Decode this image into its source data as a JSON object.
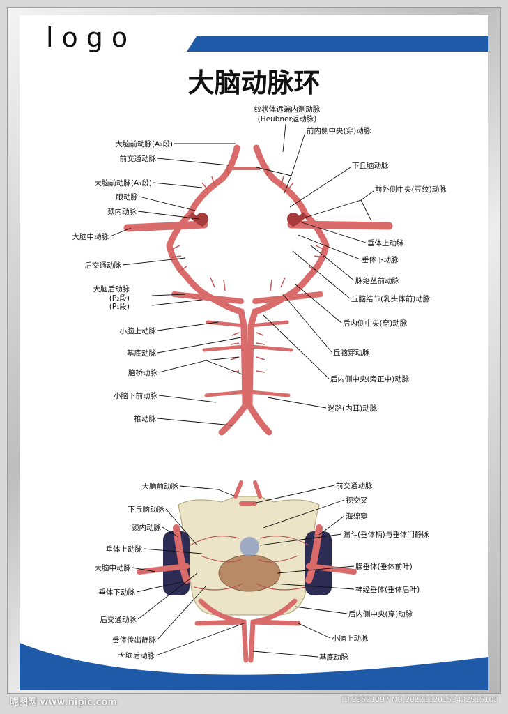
{
  "header": {
    "logo": "logo",
    "title": "大脑动脉环"
  },
  "colors": {
    "accent": "#1e5aa8",
    "artery": "#d96b6b",
    "artery_dark": "#a83c3c",
    "vein": "#2c2c55",
    "gland": "#b88a66",
    "bone": "#ece4c6"
  },
  "top_diagram": {
    "labels_left": [
      "大脑前动脉(A₂段)",
      "前交通动脉",
      "大脑前动脉(A₁段)",
      "眼动脉",
      "颈内动脉",
      "大脑中动脉",
      "后交通动脉",
      "大脑后动脉",
      "(P₂段)",
      "(P₁段)",
      "小脑上动脉",
      "基底动脉",
      "脑桥动脉",
      "小脑下前动脉",
      "椎动脉"
    ],
    "labels_right": [
      "纹状体远端内测动脉",
      "(Heubner返动脉)",
      "前内侧中央(穿)动脉",
      "下丘脑动脉",
      "前外侧中央(豆纹)动脉",
      "垂体上动脉",
      "垂体下动脉",
      "脉络丛前动脉",
      "丘脑结节(乳头体前)动脉",
      "后内侧中央(穿)动脉",
      "丘脑穿动脉",
      "后内侧中央(旁正中)动脉",
      "迷路(内耳)动脉"
    ]
  },
  "bottom_diagram": {
    "labels_left": [
      "大脑前动脉",
      "下丘脑动脉",
      "颈内动脉",
      "垂体上动脉",
      "大脑中动脉",
      "垂体下动脉",
      "后交通动脉",
      "垂体传出静脉",
      "大脑后动脉"
    ],
    "labels_right": [
      "前交通动脉",
      "视交叉",
      "海绵窦",
      "漏斗(垂体柄)与垂体门静脉",
      "腺垂体(垂体前叶)",
      "神经垂体(垂体后叶)",
      "后内侧中央(穿)动脉",
      "小脑上动脉",
      "基底动脉"
    ]
  },
  "watermark": {
    "left": "昵图网 www.nipic.com",
    "right": "ID:23521397 NO:20221120153432515103"
  }
}
